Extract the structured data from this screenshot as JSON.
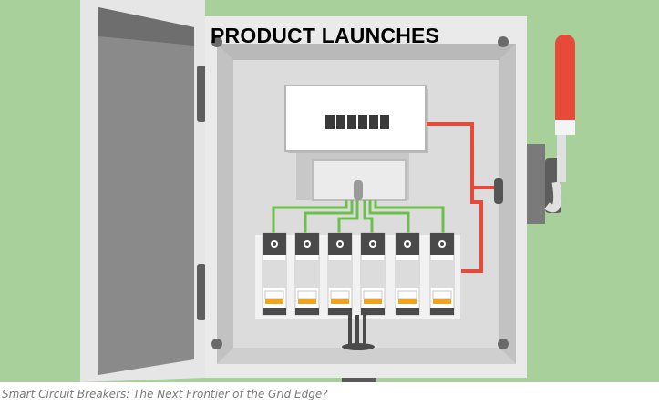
{
  "headline": "PRODUCT LAUNCHES",
  "caption": "Smart Circuit Breakers: The Next Frontier of the Grid Edge?",
  "colors": {
    "background": "#a8d09b",
    "box_outer": "#e9e9e9",
    "box_interior": "#dadada",
    "door": "#7d7d7d",
    "handle_red": "#e84a3a",
    "wire_red": "#e84a3a",
    "wire_green": "#6cbf4b",
    "breaker_indicator": "#f2a31a"
  },
  "illustration": {
    "subject": "circuit-breaker-panel",
    "breaker_count": 6
  }
}
